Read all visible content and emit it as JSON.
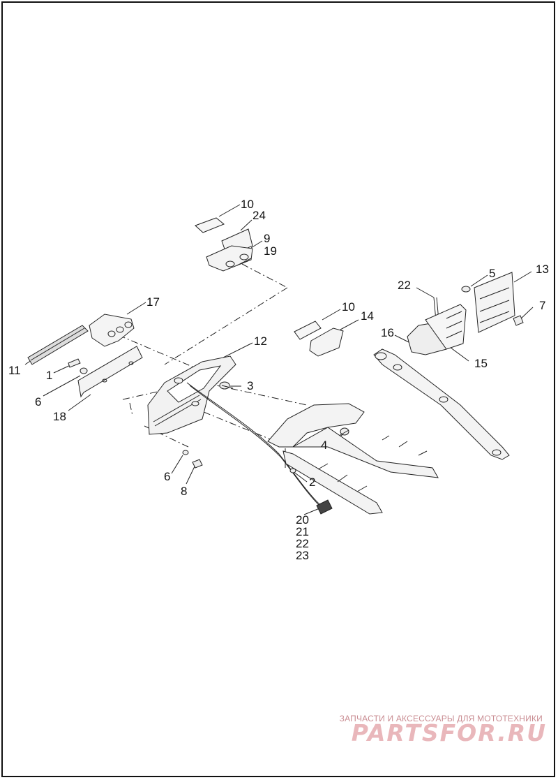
{
  "callouts": {
    "c10a": "10",
    "c24": "24",
    "c9a": "9",
    "c19": "19",
    "c17": "17",
    "c11": "11",
    "c1": "1",
    "c6a": "6",
    "c18": "18",
    "c12": "12",
    "c3": "3",
    "c6b": "6",
    "c8": "8",
    "c2": "2",
    "c4": "4",
    "c10b": "10",
    "c14": "14",
    "c22": "22",
    "c5": "5",
    "c13": "13",
    "c7": "7",
    "c16": "16",
    "c15": "15",
    "stack_a": "20",
    "stack_b": "21",
    "stack_c": "22",
    "stack_d": "23"
  },
  "watermark": {
    "caption": "ЗАПЧАСТИ И АКСЕССУАРЫ ДЛЯ МОТОТЕХНИКИ",
    "logo": "PARTSFOR.RU",
    "color": "#e9b7bb"
  },
  "colors": {
    "line": "#222222",
    "fill": "#f2f2f2",
    "frame": "#111111"
  }
}
